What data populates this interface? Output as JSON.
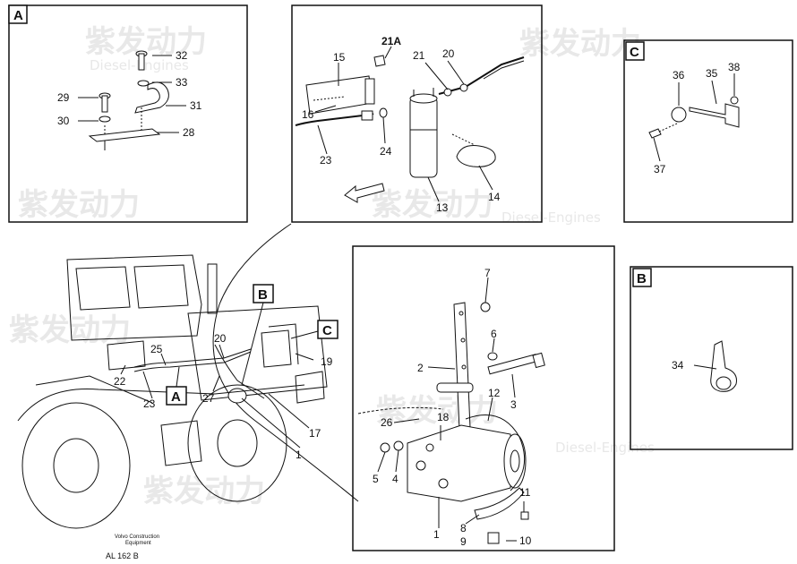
{
  "watermark": {
    "brand": "紫发动力",
    "sub": "Diesel-Engines"
  },
  "panels": {
    "A": {
      "tag": "A",
      "labels": [
        "32",
        "33",
        "29",
        "31",
        "30",
        "28"
      ]
    },
    "top": {
      "labels": [
        "21A",
        "15",
        "21",
        "20",
        "16",
        "24",
        "23",
        "13",
        "14"
      ]
    },
    "C": {
      "tag": "C",
      "labels": [
        "36",
        "35",
        "38",
        "37"
      ]
    },
    "bottom": {
      "labels": [
        "7",
        "6",
        "2",
        "3",
        "12",
        "26",
        "18",
        "5",
        "4",
        "11",
        "1",
        "8",
        "9",
        "10"
      ]
    },
    "B": {
      "tag": "B",
      "labels": [
        "34"
      ]
    }
  },
  "machine": {
    "tags": {
      "B": "B",
      "C": "C",
      "A": "A"
    },
    "labels": [
      "25",
      "20",
      "22",
      "23",
      "27",
      "19",
      "17",
      "1"
    ],
    "footer_line1": "Volvo Construction",
    "footer_line2": "Equipment",
    "figure_code": "AL 162 B"
  }
}
